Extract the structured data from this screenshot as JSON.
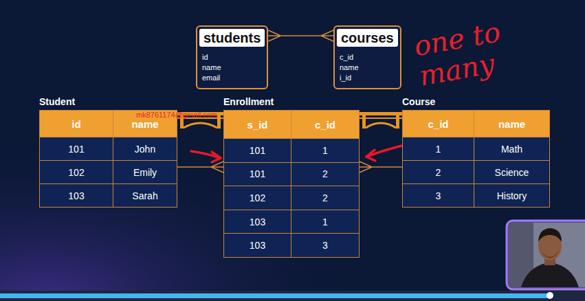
{
  "diagram": {
    "nodes": [
      {
        "text": [
          "students",
          "id name email"
        ]
      },
      {
        "text": [
          "courses",
          "c_id name i_id"
        ]
      },
      {
        "text": [
          "Student"
        ]
      },
      {
        "text": [
          "Enrollment"
        ]
      },
      {
        "text": [
          "Course"
        ]
      }
    ],
    "edges": [
      {
        "from": 0,
        "to": 1,
        "arrow": "both"
      },
      {
        "from": 2,
        "to": 3,
        "arrow": "to"
      },
      {
        "from": 4,
        "to": 3,
        "arrow": "to"
      }
    ],
    "labels": [
      "id",
      "name",
      "101",
      "John",
      "102",
      "Emily",
      "103",
      "Sarah",
      "s_id",
      "c_id",
      "101",
      "1",
      "101",
      "2",
      "102",
      "2",
      "103",
      "1",
      "103",
      "3",
      "c_id",
      "name",
      "1",
      "Math",
      "2",
      "Science",
      "3",
      "History",
      "mk8761174@gmail.com",
      "one to many"
    ]
  }
}
